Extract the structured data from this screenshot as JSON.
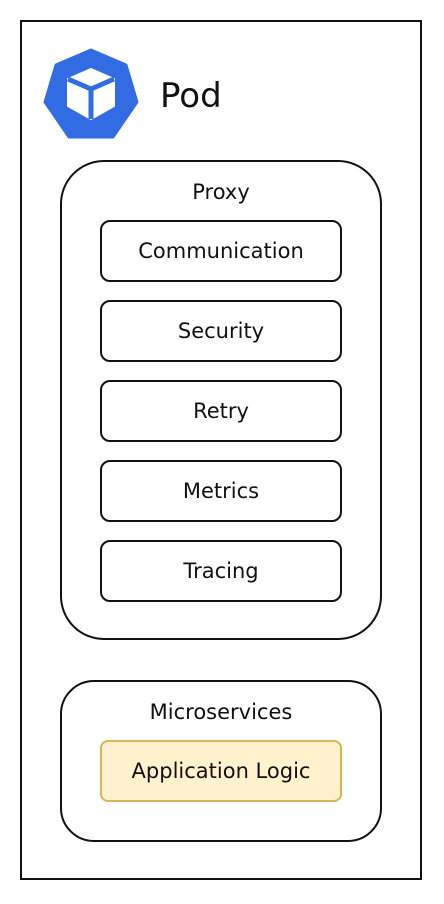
{
  "pod": {
    "title": "Pod",
    "icon": "pod-icon",
    "icon_color": "#326ce5"
  },
  "proxy": {
    "label": "Proxy",
    "items": [
      {
        "label": "Communication"
      },
      {
        "label": "Security"
      },
      {
        "label": "Retry"
      },
      {
        "label": "Metrics"
      },
      {
        "label": "Tracing"
      }
    ]
  },
  "microservices": {
    "label": "Microservices",
    "application": {
      "label": "Application Logic",
      "fill_color": "#fff2cc",
      "border_color": "#d6b656"
    }
  }
}
